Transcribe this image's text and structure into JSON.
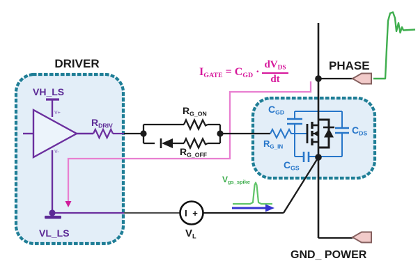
{
  "driver": {
    "title": "DRIVER",
    "vh_label": "VH_LS",
    "vl_label": "VL_LS",
    "vplus": "V+",
    "vminus": "V-",
    "rdriv": {
      "base": "R",
      "sub": "DRIV"
    }
  },
  "gate_network": {
    "rg_on": {
      "base": "R",
      "sub": "G_ON"
    },
    "rg_off": {
      "base": "R",
      "sub": "G_OFF"
    }
  },
  "mosfet_block": {
    "cgd": {
      "base": "C",
      "sub": "GD"
    },
    "cds": {
      "base": "C",
      "sub": "DS"
    },
    "cgs": {
      "base": "C",
      "sub": "GS"
    },
    "rg_in": {
      "base": "R",
      "sub": "G_IN"
    }
  },
  "formula": {
    "lhs_base": "I",
    "lhs_sub": "GATE",
    "equals": "=",
    "rhs_base": "C",
    "rhs_sub": "GD",
    "times": "·",
    "num_base": "dV",
    "num_sub": "DS",
    "den": "dt"
  },
  "nodes": {
    "phase_label": "PHASE",
    "gnd_label": "GND_ POWER"
  },
  "source": {
    "symbol": "I +",
    "label_base": "V",
    "label_sub": "L"
  },
  "spike": {
    "label_base": "V",
    "label_sub": "gs_spike"
  },
  "colors": {
    "magenta_formula": "#d6179b",
    "pink_path": "#e87fd0",
    "purple_driver": "#6b2f9e",
    "teal_border": "#1f7e96",
    "block_fill": "#e3eef8",
    "component_blue": "#2776c9",
    "waveform_green": "#3fae4e",
    "arrow_blue": "#3534cf",
    "pad_fill": "#f2cbca",
    "pad_stroke": "#85605f",
    "wire_black": "#1b1b1b"
  }
}
